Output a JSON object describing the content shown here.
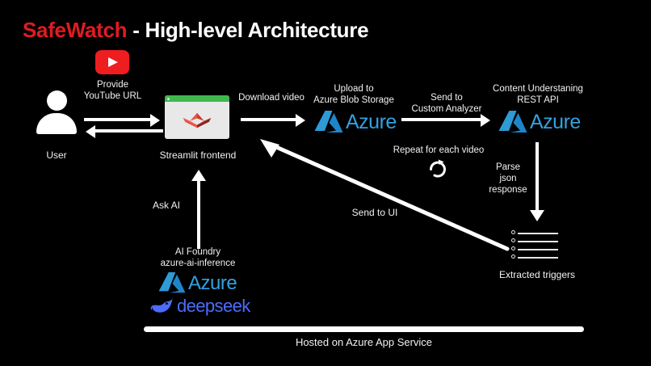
{
  "title": {
    "brand": "SafeWatch",
    "rest": " - High-level Architecture"
  },
  "colors": {
    "background": "#000000",
    "brand_red": "#e01b22",
    "youtube_red": "#ee1d1f",
    "azure_blue": "#33a1e0",
    "streamlit_green": "#3fb84f",
    "deepseek_blue": "#4d6bfe",
    "arrow_white": "#ffffff"
  },
  "nodes": {
    "user": {
      "caption": "User",
      "icon": "person-icon"
    },
    "youtube": {
      "icon": "youtube-icon"
    },
    "streamlit": {
      "caption": "Streamlit frontend",
      "icon": "streamlit-logo"
    },
    "blob_storage": {
      "label": "Upload to\nAzure Blob Storage",
      "logo_word": "Azure"
    },
    "content_understanding": {
      "label": "Content Understaning\nREST API",
      "logo_word": "Azure"
    },
    "triggers": {
      "caption": "Extracted triggers",
      "bullet_count": 4
    },
    "ai_foundry": {
      "label": "AI Foundry\nazure-ai-inference",
      "logo_word": "Azure",
      "secondary_logo_word": "deepseek"
    }
  },
  "edges": {
    "provide_url": "Provide\nYouTube URL",
    "download_video": "Download video",
    "send_to_custom_analyzer": "Send to\nCustom Analyzer",
    "repeat": "Repeat for each video",
    "parse_json": "Parse\njson\nresponse",
    "send_to_ui": "Send to UI",
    "ask_ai": "Ask AI"
  },
  "footer": {
    "hosted_label": "Hosted on Azure App Service"
  }
}
